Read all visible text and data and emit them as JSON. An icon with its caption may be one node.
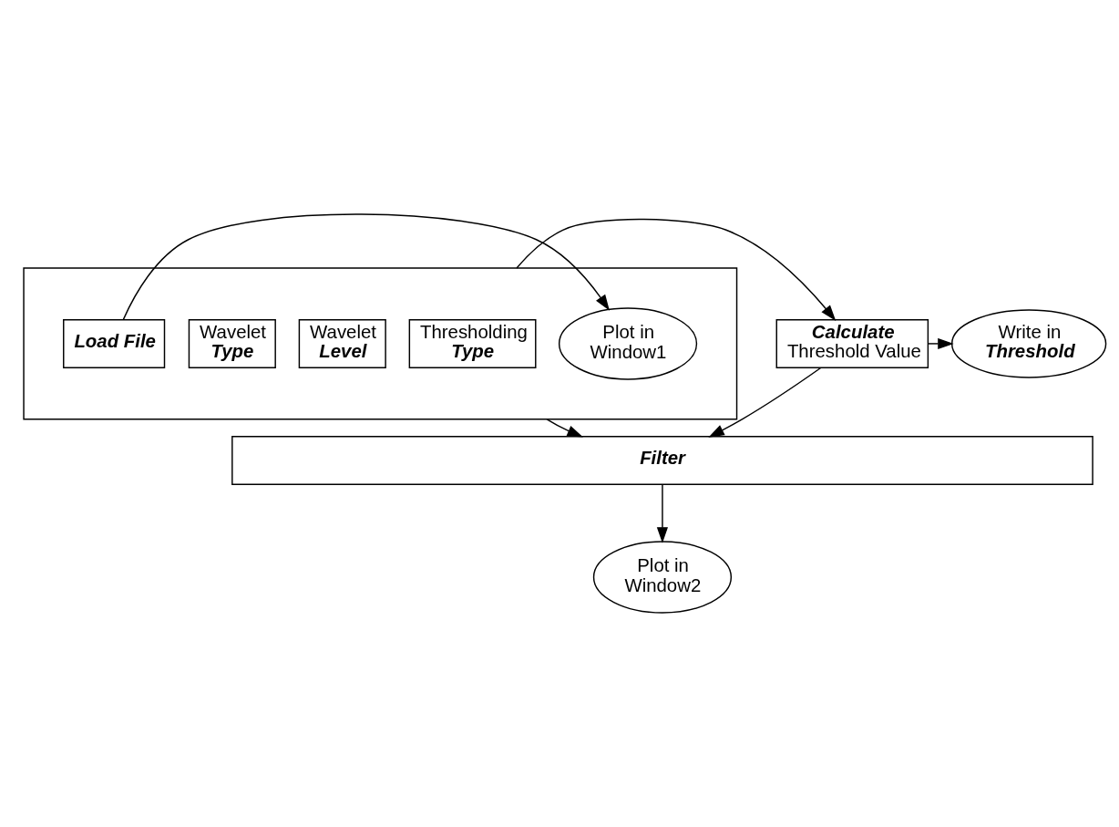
{
  "diagram": {
    "nodes": [
      {
        "text": [],
        "shape": "box"
      },
      {
        "text": [
          "Plot in Window1"
        ],
        "in": 0
      },
      {
        "text": [
          "Load File"
        ],
        "in": 0
      },
      {
        "text": [
          "Wavelet",
          "Type"
        ],
        "in": 0
      },
      {
        "text": [
          "Wavelet",
          "Level"
        ],
        "in": 0
      },
      {
        "text": [
          "Thresholding",
          "Type"
        ],
        "in": 0
      },
      {
        "text": [
          "Write in",
          "Threshold"
        ]
      },
      {
        "text": [
          "Calculate",
          "Threshold Value"
        ]
      },
      {
        "text": [
          "Filter"
        ]
      },
      {
        "text": [
          "Plot in Window2"
        ]
      }
    ],
    "edges": [
      {
        "from": 2,
        "to": 1,
        "arrow": "to"
      },
      {
        "from": 0,
        "to": 7,
        "arrow": "to"
      },
      {
        "from": 7,
        "to": 6,
        "arrow": "to"
      },
      {
        "from": 0,
        "to": 8,
        "arrow": "to"
      },
      {
        "from": 7,
        "to": 8,
        "arrow": "to"
      },
      {
        "from": 8,
        "to": 9,
        "arrow": "to"
      }
    ]
  }
}
